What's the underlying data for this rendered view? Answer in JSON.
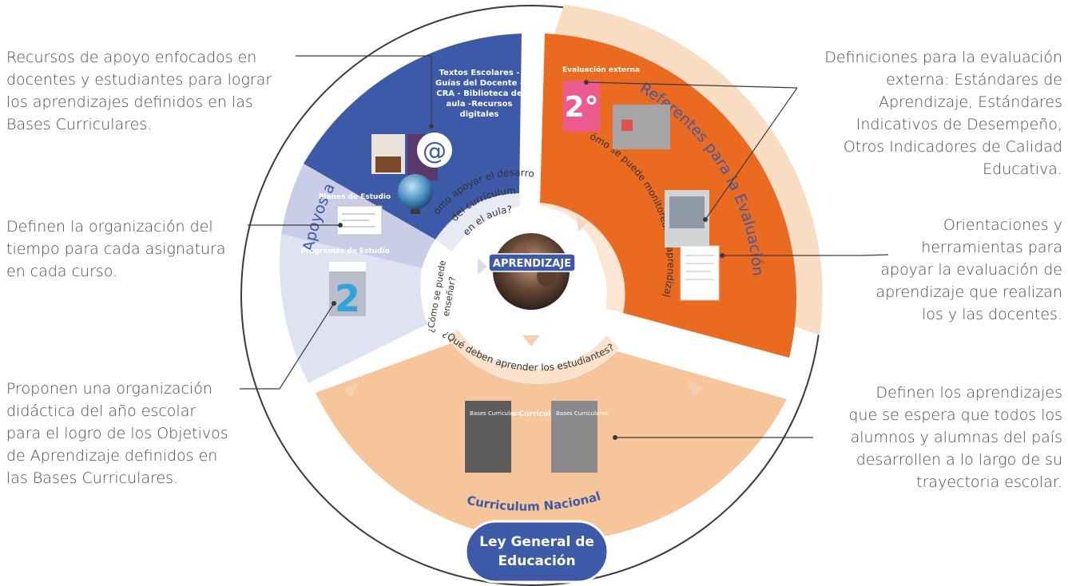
{
  "center": {
    "label": "APRENDIZAJE"
  },
  "arcs": {
    "apoyos": "Apoyos a la Implementación",
    "referentes": "Referentes para la Evaluación",
    "curriculum": "Curriculum Nacional"
  },
  "questions": {
    "como_apoyar_1": "¿Cómo apoyar el desarrollo",
    "como_apoyar_2": "del currículum",
    "como_apoyar_3": "en el aula?",
    "como_ensenar_1": "¿Cómo se puede",
    "como_ensenar_2": "enseñar?",
    "como_monitorear": "¿Cómo se puede monitorear el aprendizaje?",
    "que_aprender": "¿Qué deben aprender los estudiantes?"
  },
  "segments": {
    "textos_escolares": [
      "Textos Escolares -",
      "Guías del Docente -",
      "CRA - Biblioteca de",
      "aula -Recursos",
      "digitales"
    ],
    "planes": "Planes de Estudio",
    "programas": "Programas de Estudio",
    "evaluacion_externa": "Evaluación externa",
    "bases": "Bases Curriculares"
  },
  "thumbnails": {
    "grade_number": "2°",
    "programa_number": "2",
    "bases_title": "Bases Curriculares",
    "at_symbol": "@"
  },
  "annotations": {
    "recursos": "Recursos de apoyo enfocados en\ndocentes y estudiantes para lograr\nlos aprendizajes definidos en las\nBases Curriculares.",
    "planes": "Definen la organización del\ntiempo para cada asignatura\nen cada curso.",
    "programas": "Proponen una organización\ndidáctica del año escolar\npara el logro de los Objetivos\nde Aprendizaje definidos en\nlas Bases Curriculares.",
    "evaluacion": "Definiciones para la evaluación\nexterna: Estándares de\nAprendizaje, Estándares\nIndicativos de Desempeño,\nOtros Indicadores de Calidad\nEducativa.",
    "orientaciones": "Orientaciones y\nherramientas para\napoyar la evaluación de\naprendizaje que realizan\nlos y las docentes.",
    "bases": "Definen los aprendizajes\nque se espera que todos los\nalumnos y alumnas del país\ndesarrollen a lo largo de su\ntrayectoria escolar."
  },
  "footer": {
    "line1": "Ley General de",
    "line2": "Educación"
  },
  "colors": {
    "blue_dark": "#3d5aa8",
    "blue_light": "#c9cde6",
    "blue_lighter": "#dfe2f1",
    "orange_dark": "#ea6a1f",
    "orange_light": "#fbe6d3",
    "peach": "#f6c59a",
    "text_gray": "#4a4a4a"
  }
}
